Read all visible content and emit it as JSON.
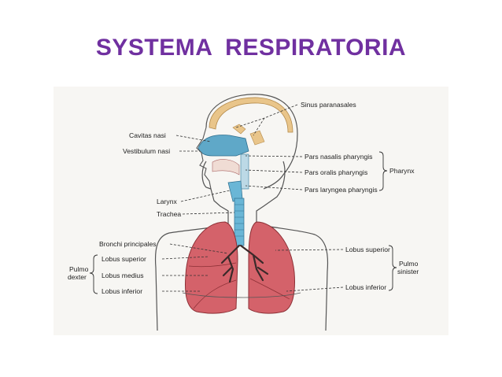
{
  "title": "SYSTEMA  RESPIRATORIA",
  "labels": {
    "sinus": "Sinus paranasales",
    "cavitas": "Cavitas nasi",
    "vestibulum": "Vestibulum nasi",
    "nasalis": "Pars nasalis pharyngis",
    "oralis": "Pars oralis pharyngis",
    "laryngea": "Pars laryngea pharyngis",
    "pharynx": "Pharynx",
    "larynx": "Larynx",
    "trachea": "Trachea",
    "bronchi": "Bronchi principales",
    "lobus_superior_left": "Lobus superior",
    "lobus_medius": "Lobus medius",
    "lobus_inferior_left": "Lobus inferior",
    "pulmo_dexter_1": "Pulmo",
    "pulmo_dexter_2": "dexter",
    "lobus_superior_right": "Lobus superior",
    "lobus_inferior_right": "Lobus inferior",
    "pulmo_sinister_1": "Pulmo",
    "pulmo_sinister_2": "sinister"
  },
  "colors": {
    "title": "#7030a0",
    "skull": "#e9c58a",
    "nasal": "#5fa8c8",
    "trachea": "#6ab6d6",
    "lung": "#d4626a",
    "body_outline": "#555555"
  }
}
